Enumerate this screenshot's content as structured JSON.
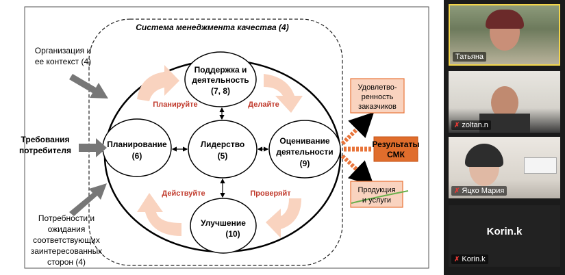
{
  "slide": {
    "title": "Система менеджмента качества (4)",
    "org_context": [
      "Организация и",
      "ее контекст (4)"
    ],
    "customer_reqs": [
      "Требования",
      "потребителя"
    ],
    "stakeholders": [
      "Потребности и",
      "ожидания",
      "соответствующих",
      "заинтересованных",
      "сторон (4)"
    ],
    "support": [
      "Поддержка и",
      "деятельность",
      "(7, 8)"
    ],
    "planning": [
      "Планирование",
      "(6)"
    ],
    "leadership": [
      "Лидерство",
      "(5)"
    ],
    "evaluation": [
      "Оценивание",
      "деятельности",
      "(9)"
    ],
    "improvement": [
      "Улучшение",
      "(10)"
    ],
    "plan_label": "Планируйте",
    "do_label": "Делайте",
    "act_label": "Действуйте",
    "check_label": "Проверяйт",
    "satisfaction": [
      "Удовлетво-",
      "ренность",
      "заказчиков"
    ],
    "results": [
      "Результаты",
      "СМК"
    ],
    "products": [
      "Продукция",
      "и услуги"
    ],
    "colors": {
      "accent_red": "#c0392b",
      "peach": "#f9d3bf",
      "peach_border": "#e8743a",
      "results_fill": "#e06d2c"
    }
  },
  "participants": [
    {
      "name": "Татьяна",
      "muted": false,
      "active": true
    },
    {
      "name": "zoltan.n",
      "muted": true,
      "active": false
    },
    {
      "name": "Яцко Мария",
      "muted": true,
      "active": false
    },
    {
      "name": "Korin.k",
      "muted": true,
      "active": false,
      "display_name": "Korin.k"
    }
  ]
}
